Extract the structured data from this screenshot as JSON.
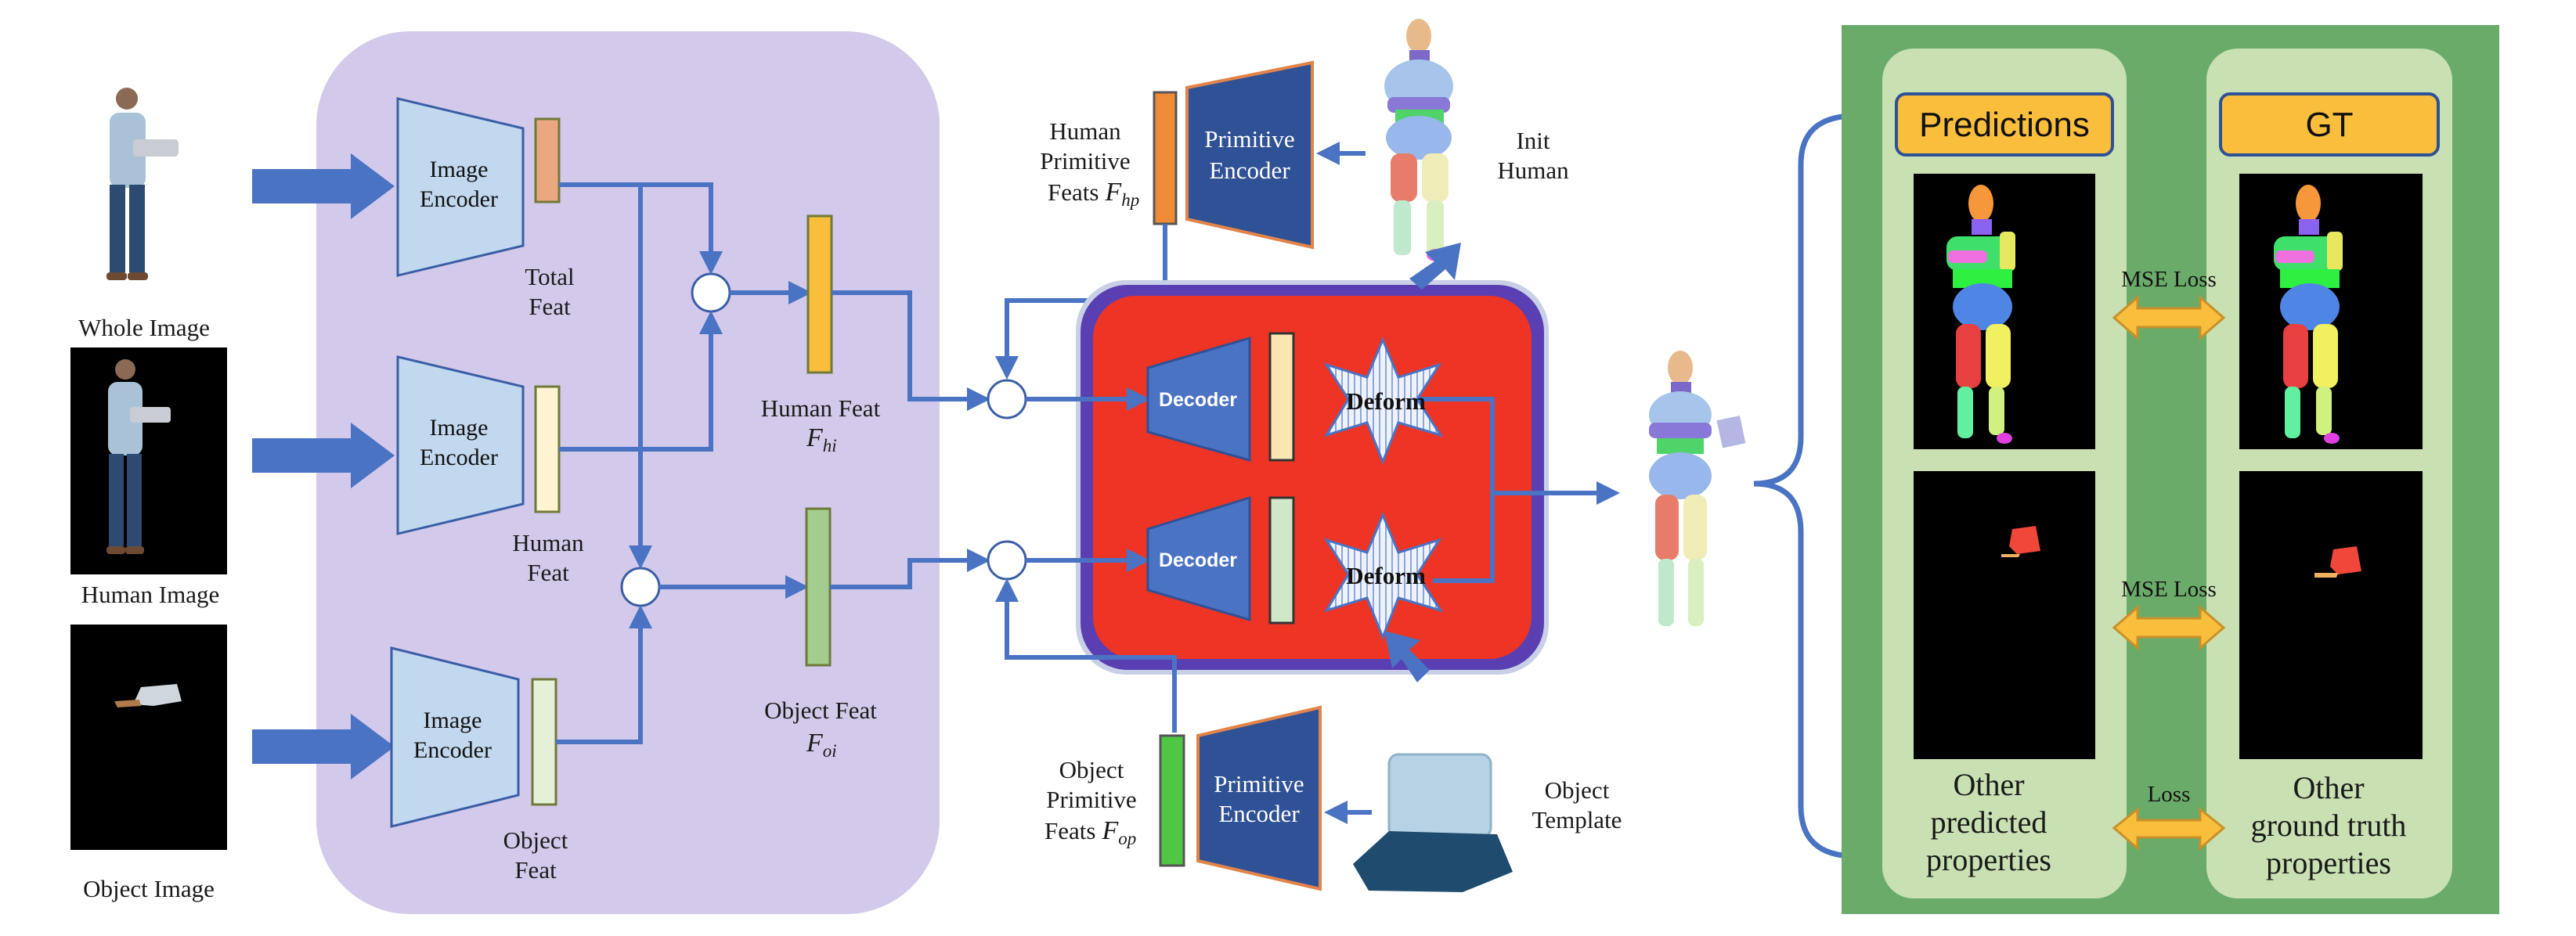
{
  "colors": {
    "purple_panel": "#d3c9ea",
    "red_box": "#ee3424",
    "green_panel": "#6aab6a",
    "inner_green": "#c8e0b2",
    "arrow_blue": "#4a73c4",
    "encoder_light": "#c2d8ef",
    "encoder_dark": "#2f5196",
    "tag_yellow": "#f9be3c"
  },
  "inputs": {
    "whole_image": "Whole Image",
    "human_image": "Human Image",
    "object_image": "Object Image"
  },
  "encoders": {
    "image_encoder_line1": "Image",
    "image_encoder_line2": "Encoder",
    "primitive_encoder_line1": "Primitive",
    "primitive_encoder_line2": "Encoder"
  },
  "features": {
    "total_feat_1": "Total",
    "total_feat_2": "Feat",
    "human_feat_1": "Human",
    "human_feat_2": "Feat",
    "object_feat_1": "Object",
    "object_feat_2": "Feat",
    "human_feat_fused": "Human Feat",
    "human_feat_symbol": "F",
    "human_feat_sub": "hi",
    "object_feat_fused": "Object Feat",
    "object_feat_symbol": "F",
    "object_feat_sub": "oi"
  },
  "primitives": {
    "human_1": "Human",
    "human_2": "Primitive",
    "human_3": "Feats",
    "human_symbol": "F",
    "human_sub": "hp",
    "object_1": "Object",
    "object_2": "Primitive",
    "object_3": "Feats",
    "object_symbol": "F",
    "object_sub": "op",
    "init_human_1": "Init",
    "init_human_2": "Human",
    "object_template_1": "Object",
    "object_template_2": "Template"
  },
  "decoder": {
    "decoder_label": "Decoder",
    "deform_label": "Deform"
  },
  "supervision": {
    "predictions": "Predictions",
    "gt": "GT",
    "mse_loss_1": "MSE Loss",
    "mse_loss_2": "MSE Loss",
    "loss_3": "Loss",
    "other_pred_1": "Other",
    "other_pred_2": "predicted",
    "other_pred_3": "properties",
    "other_gt_1": "Other",
    "other_gt_2": "ground truth",
    "other_gt_3": "properties"
  }
}
